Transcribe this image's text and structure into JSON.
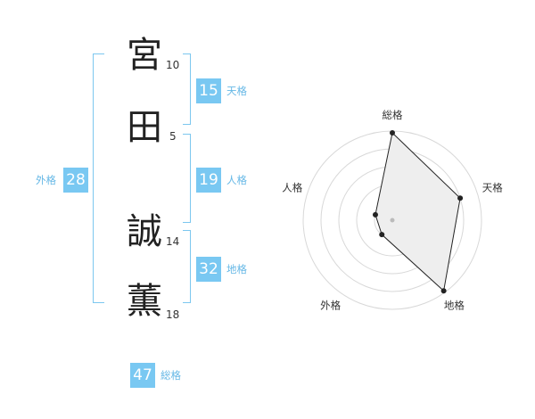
{
  "name_chars": [
    {
      "char": "宮",
      "strokes": "10"
    },
    {
      "char": "田",
      "strokes": "5"
    },
    {
      "char": "誠",
      "strokes": "14"
    },
    {
      "char": "薫",
      "strokes": "18"
    }
  ],
  "kakusu": {
    "tenkaku": {
      "label": "天格",
      "value": "15"
    },
    "jinkaku": {
      "label": "人格",
      "value": "19"
    },
    "chikaku": {
      "label": "地格",
      "value": "32"
    },
    "gaikaku": {
      "label": "外格",
      "value": "28"
    },
    "soukaku": {
      "label": "総格",
      "value": "47"
    }
  },
  "radar": {
    "axes": [
      {
        "label": "総格",
        "level": 0.98
      },
      {
        "label": "天格",
        "level": 0.8
      },
      {
        "label": "地格",
        "level": 0.98
      },
      {
        "label": "外格",
        "level": 0.2
      },
      {
        "label": "人格",
        "level": 0.2
      }
    ],
    "rings": 5,
    "colors": {
      "grid": "#d8d8d8",
      "fill": "#eeeeee",
      "line": "#222222",
      "center": "#bbbbbb"
    }
  }
}
